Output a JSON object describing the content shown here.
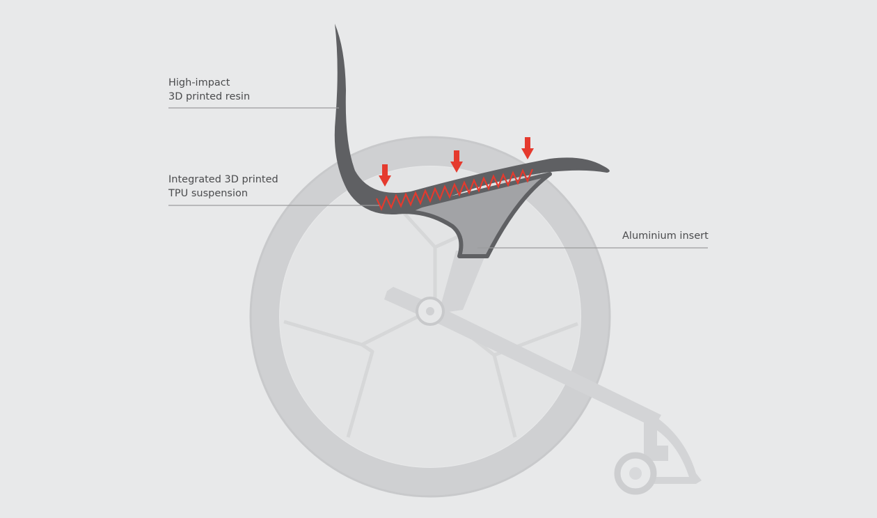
{
  "annotations": {
    "resin": {
      "lines": [
        "High-impact",
        "3D printed resin"
      ]
    },
    "tpu": {
      "lines": [
        "Integrated 3D printed",
        "TPU suspension"
      ]
    },
    "aluminium": {
      "lines": [
        "Aluminium insert"
      ]
    }
  },
  "colors": {
    "background": "#e8e9ea",
    "seat_shell": "#5f6063",
    "aluminium_insert": "#a2a3a6",
    "wheel_rim": "#cfd0d2",
    "wheel_interior": "#e2e3e4",
    "frame": "#d4d5d7",
    "suspension_and_arrows": "#e53a2e",
    "leader_line": "#9a9b9d",
    "label_text": "#4a4b4d"
  }
}
